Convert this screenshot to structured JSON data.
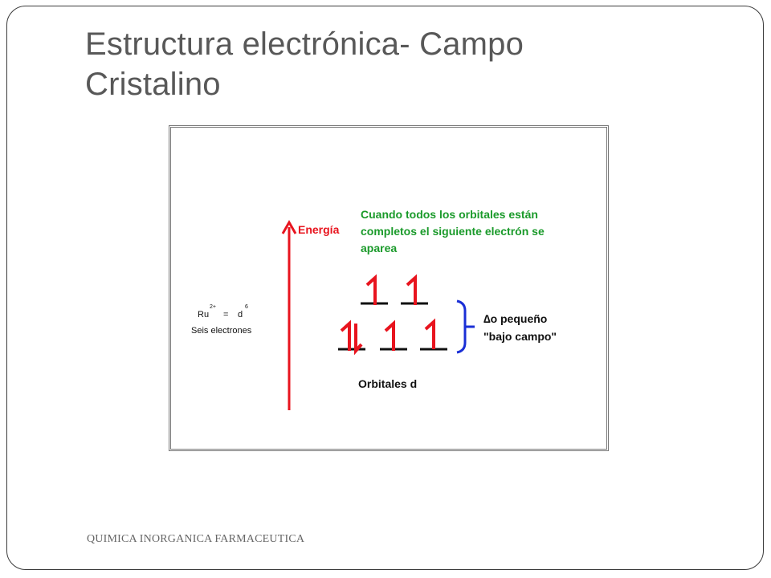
{
  "slide": {
    "title_line1": "Estructura electrónica- Campo",
    "title_line2": "Cristalino",
    "footer": "QUIMICA INORGANICA FARMACEUTICA"
  },
  "diagram": {
    "energy_label": "Energía",
    "note_line1": "Cuando todos los orbitales están",
    "note_line2": "completos el siguiente electrón se",
    "note_line3": "aparea",
    "ion_symbol": "Ru",
    "ion_charge": "2+",
    "equals": "=",
    "config_symbol": "d",
    "config_exponent": "6",
    "electron_count_text": "Seis electrones",
    "delta_line1": "∆o pequeño",
    "delta_line2": "\"bajo campo\"",
    "orbitals_label": "Orbitales d",
    "colors": {
      "energy": "#e8141e",
      "note": "#1a9a2a",
      "bracket": "#1a2fd6",
      "text": "#111111"
    }
  }
}
